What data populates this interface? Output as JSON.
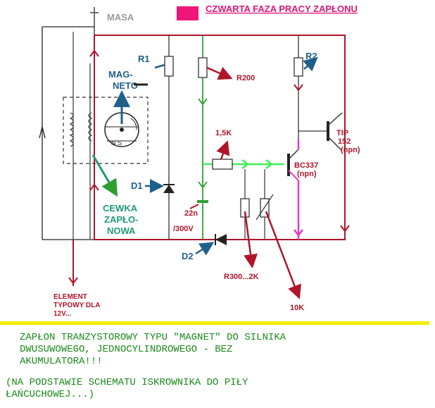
{
  "title": "CZWARTA FAZA PRACY ZAPŁONU",
  "colors": {
    "wire": "#b0152a",
    "blue": "#1f5f8b",
    "green_signal": "#3ff05a",
    "green_wire": "#2f9e2f",
    "magenta": "#e23cc4",
    "title_marker": "#f0157a",
    "caption_band": "#f2ee00",
    "caption_text": "#1a8a1a"
  },
  "labels": {
    "masa": "MASA",
    "r1": "R1",
    "r2": "R2",
    "r200": "R200",
    "magneto_1": "MAG-",
    "magneto_2": "NETO",
    "r_1_5k": "1,5K",
    "tip_1": "TIP",
    "tip_2": "152",
    "tip_3": "(npn)",
    "bc_1": "BC337",
    "bc_2": "(npn)",
    "d1": "D1",
    "d2": "D2",
    "cewka_1": "CEWKA",
    "cewka_2": "ZAPŁO-",
    "cewka_3": "NOWA",
    "cap_1": "22n",
    "cap_2": "/300V",
    "r300": "R300...2K",
    "r10k": "10K",
    "element_1": "ELEMENT",
    "element_2": "TYPOWY DLA",
    "element_3": "12V..."
  },
  "caption": {
    "line1": "ZAPŁON TRANZYSTOROWY TYPU \"MAGNET\" DO SILNIKA",
    "line2": "DWUSUWOWEGO, JEDNOCYLINDROWEGO - BEZ",
    "line3": "AKUMULATORA!!!",
    "line4": "(NA PODSTAWIE SCHEMATU ISKROWNIKA DO PIŁY",
    "line5": "ŁAŃCUCHOWEJ...)"
  }
}
